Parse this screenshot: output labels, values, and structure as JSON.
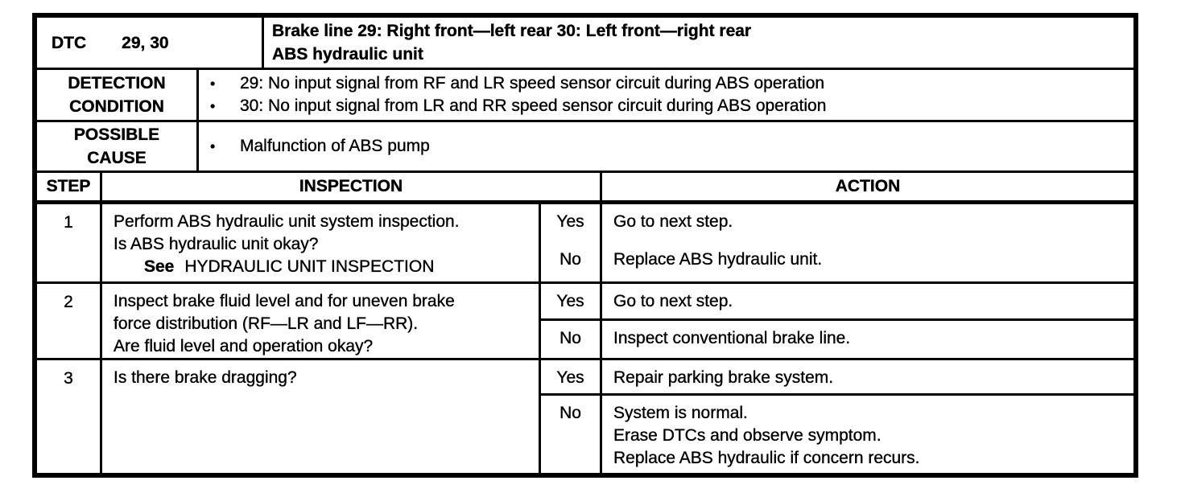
{
  "bullet": "•",
  "dtc": {
    "label": "DTC",
    "codes": "29, 30",
    "description_line1": "Brake line 29: Right front—left rear 30: Left front—right rear",
    "description_line2": "ABS hydraulic unit"
  },
  "detection_condition": {
    "label_line1": "DETECTION",
    "label_line2": "CONDITION",
    "items": [
      "29: No input signal from RF and LR speed sensor circuit during ABS operation",
      "30: No input signal from LR and RR speed sensor circuit during ABS operation"
    ]
  },
  "possible_cause": {
    "label_line1": "POSSIBLE",
    "label_line2": "CAUSE",
    "items": [
      "Malfunction of ABS pump"
    ]
  },
  "headers": {
    "step": "STEP",
    "inspection": "INSPECTION",
    "action": "ACTION"
  },
  "steps": [
    {
      "number": "1",
      "inspection_line1": "Perform ABS hydraulic unit system inspection.",
      "inspection_line2": "Is ABS hydraulic unit okay?",
      "see_label": "See",
      "see_reference": "HYDRAULIC UNIT INSPECTION",
      "yes_label": "Yes",
      "no_label": "No",
      "yes_action": "Go to next step.",
      "no_action": "Replace ABS hydraulic unit."
    },
    {
      "number": "2",
      "inspection_line1": "Inspect brake fluid level and for uneven brake",
      "inspection_line2": "force distribution (RF—LR and LF—RR).",
      "inspection_line3": "Are fluid level and operation okay?",
      "yes_label": "Yes",
      "no_label": "No",
      "yes_action": "Go to next step.",
      "no_action": "Inspect conventional brake line."
    },
    {
      "number": "3",
      "inspection_line1": "Is there brake dragging?",
      "yes_label": "Yes",
      "no_label": "No",
      "yes_action": "Repair parking brake system.",
      "no_action_line1": "System is normal.",
      "no_action_line2": "Erase DTCs and observe symptom.",
      "no_action_line3": "Replace ABS hydraulic if concern recurs."
    }
  ]
}
